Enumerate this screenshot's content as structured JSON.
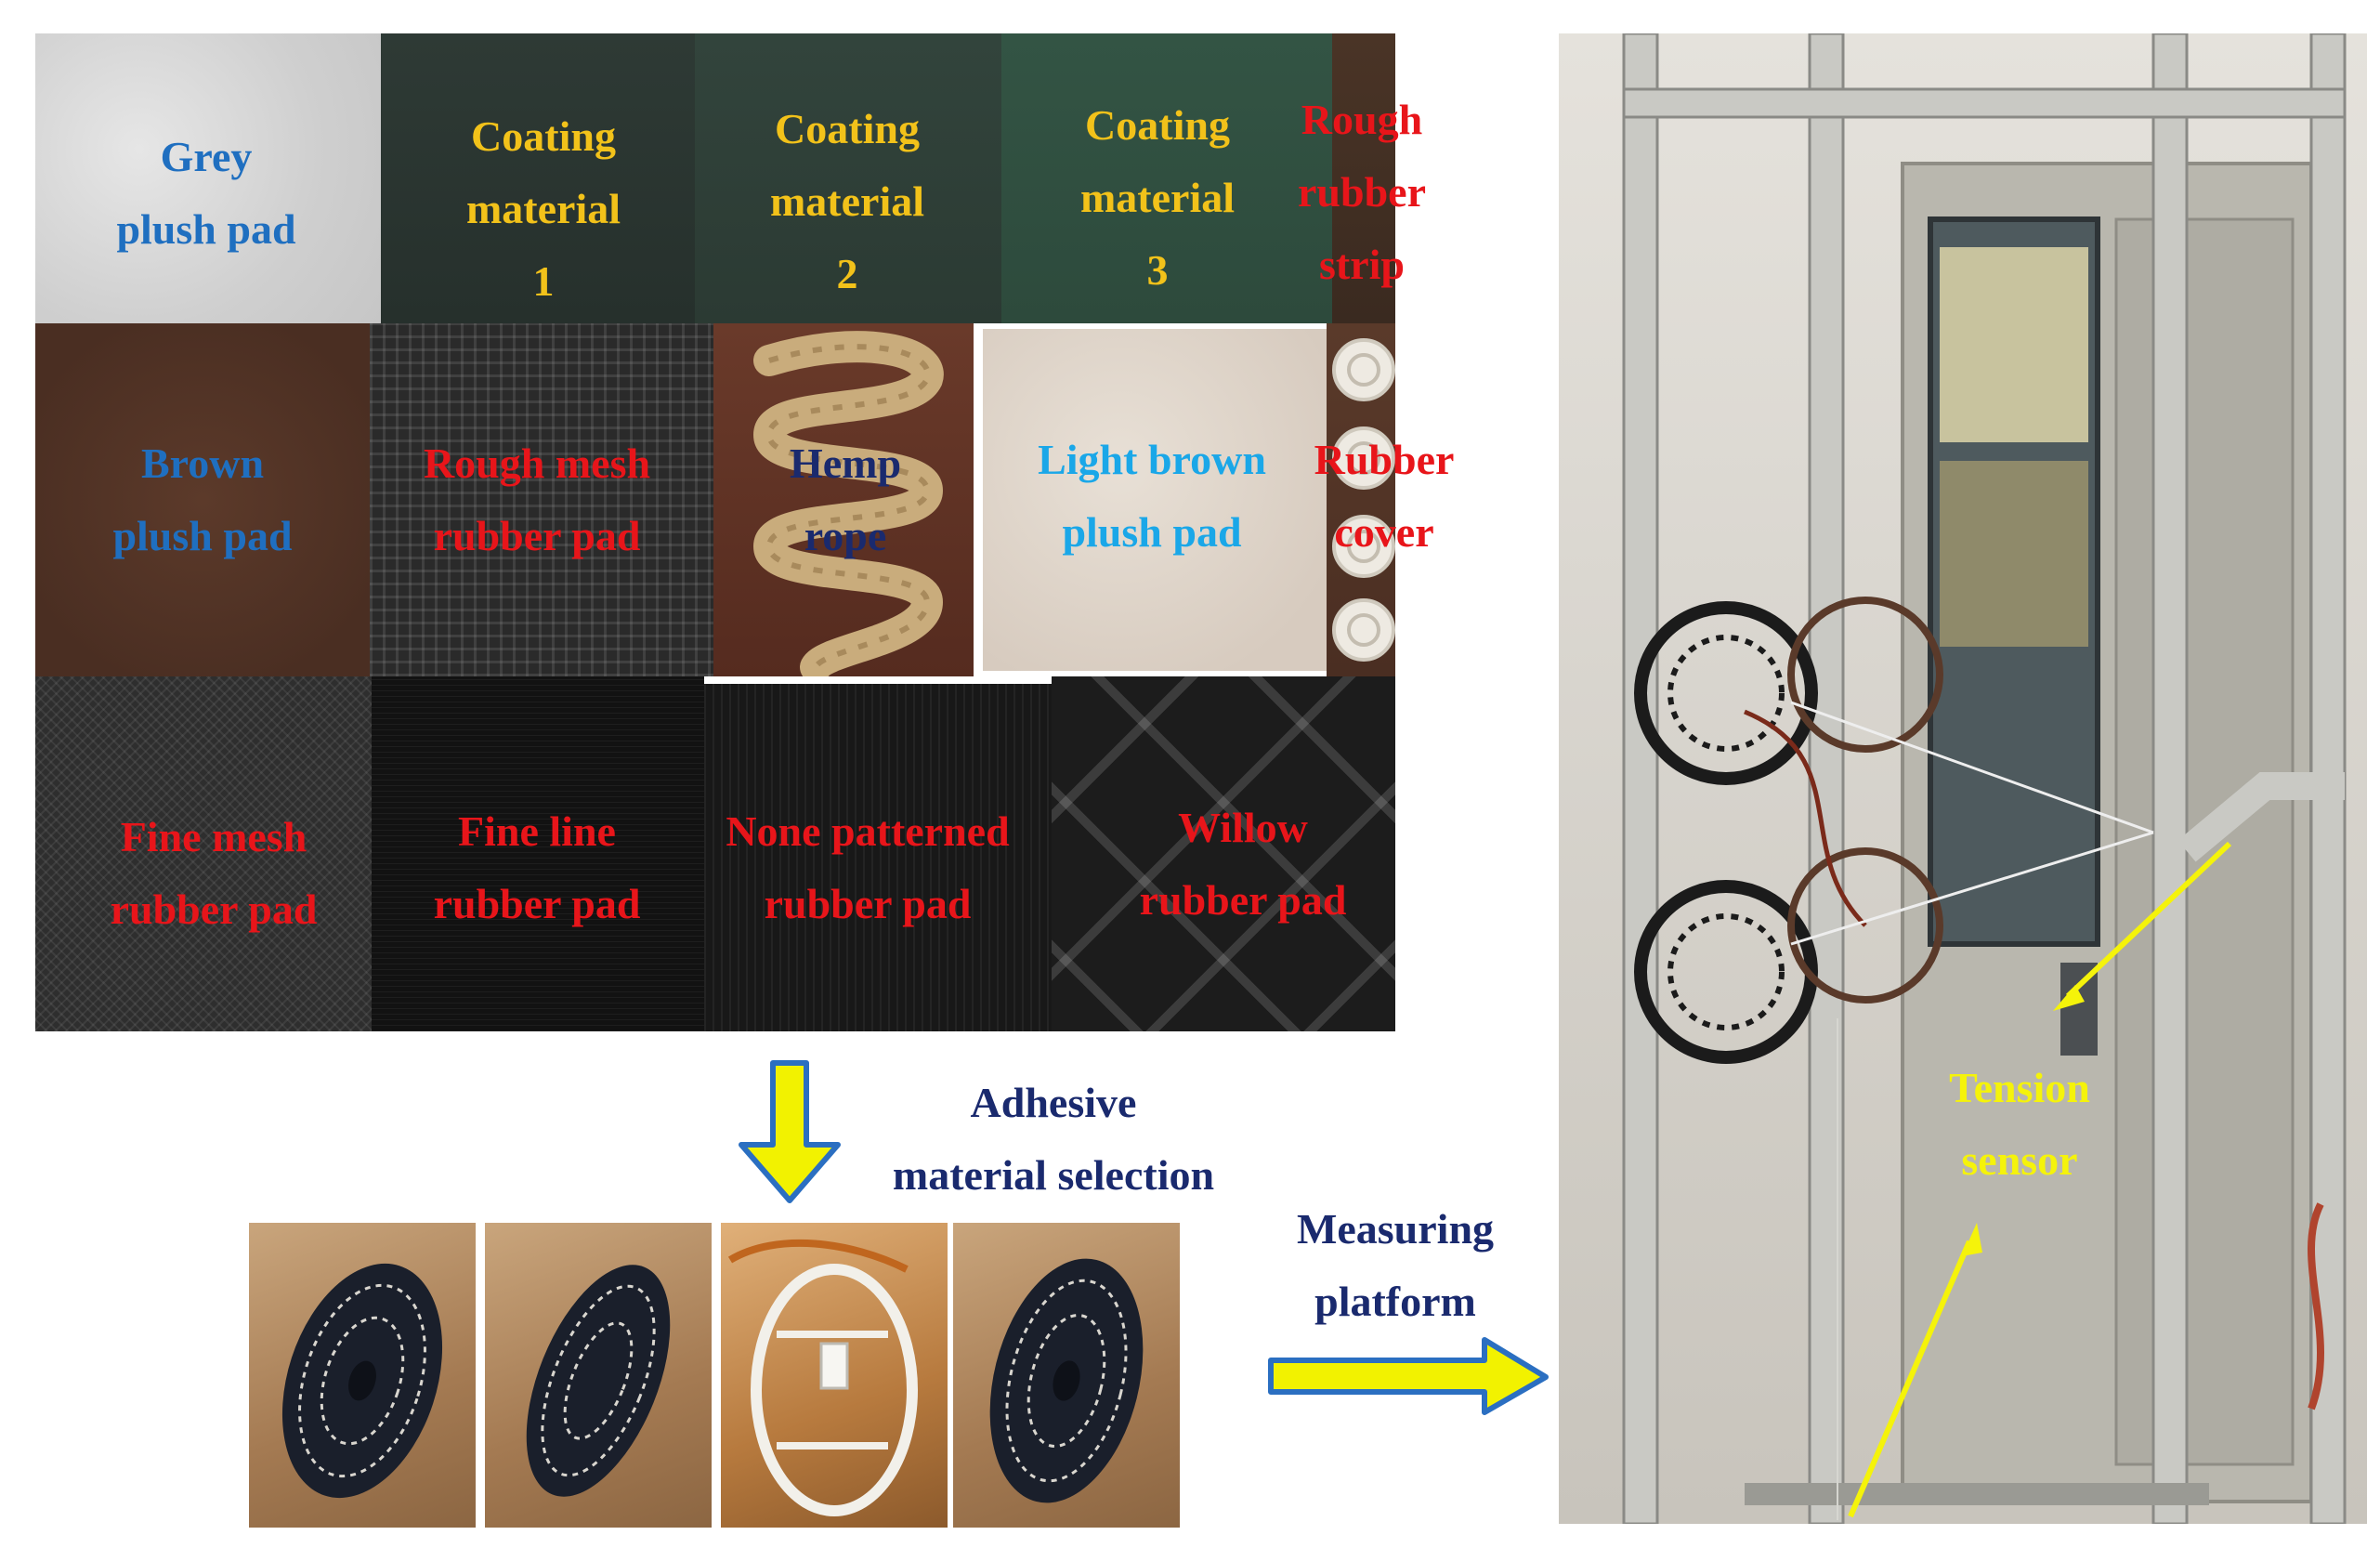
{
  "colors": {
    "blue_label": "#1f6fc0",
    "cyan_label": "#1aa7e8",
    "yellow_label": "#f2c21a",
    "red_label": "#e8151a",
    "navy_label": "#1a2a6e",
    "arrow_fill": "#f2f200",
    "arrow_stroke": "#2b6fc1",
    "pointer_yellow": "#f5f30a"
  },
  "materials": {
    "grey_plush": [
      "Grey",
      "plush pad"
    ],
    "coating1": [
      "Coating",
      "material",
      "1"
    ],
    "coating2": [
      "Coating",
      "material",
      "2"
    ],
    "coating3": [
      "Coating",
      "material",
      "3"
    ],
    "rough_strip": [
      "Rough",
      "rubber",
      "strip"
    ],
    "brown_plush": [
      "Brown",
      "plush pad"
    ],
    "rough_mesh": [
      "Rough mesh",
      "rubber pad"
    ],
    "hemp_rope": [
      "Hemp",
      "rope"
    ],
    "light_brown": [
      "Light brown",
      "plush pad"
    ],
    "rubber_cover": [
      "Rubber",
      "cover"
    ],
    "fine_mesh": [
      "Fine mesh",
      "rubber pad"
    ],
    "fine_line": [
      "Fine line",
      "rubber pad"
    ],
    "none_patterned": [
      "None patterned",
      "rubber pad"
    ],
    "willow": [
      "Willow",
      "rubber pad"
    ]
  },
  "captions": {
    "adhesive": [
      "Adhesive",
      "material selection"
    ],
    "measuring": [
      "Measuring",
      "platform"
    ],
    "tension": [
      "Tension",
      "sensor"
    ]
  }
}
